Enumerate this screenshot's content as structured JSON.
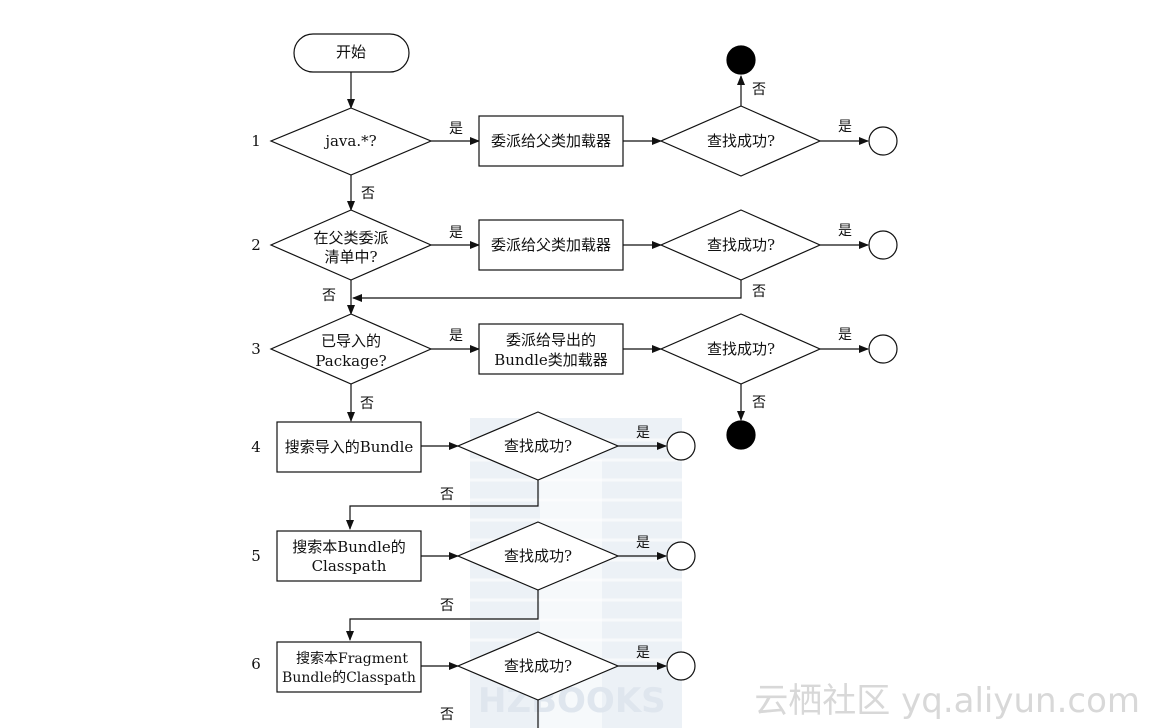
{
  "nodes": {
    "start": "开始",
    "d1": [
      "java.*?"
    ],
    "r1": [
      "委派给父类加载器"
    ],
    "c1": [
      "查找成功?"
    ],
    "d2": [
      "在父类委派",
      "清单中?"
    ],
    "r2": [
      "委派给父类加载器"
    ],
    "c2": [
      "查找成功?"
    ],
    "d3": [
      "已导入的",
      "Package?"
    ],
    "r3": [
      "委派给导出的",
      "Bundle类加载器"
    ],
    "c3": [
      "查找成功?"
    ],
    "r4": [
      "搜索导入的Bundle"
    ],
    "c4": [
      "查找成功?"
    ],
    "r5": [
      "搜索本Bundle的",
      "Classpath"
    ],
    "c5": [
      "查找成功?"
    ],
    "r6": [
      "搜索本Fragment",
      "Bundle的Classpath"
    ],
    "c6": [
      "查找成功?"
    ]
  },
  "steps": [
    "1",
    "2",
    "3",
    "4",
    "5",
    "6"
  ],
  "labels": {
    "yes": "是",
    "no": "否"
  },
  "watermark": {
    "publisher": "HZBOOKS",
    "site": "云栖社区 yq.aliyun.com"
  }
}
